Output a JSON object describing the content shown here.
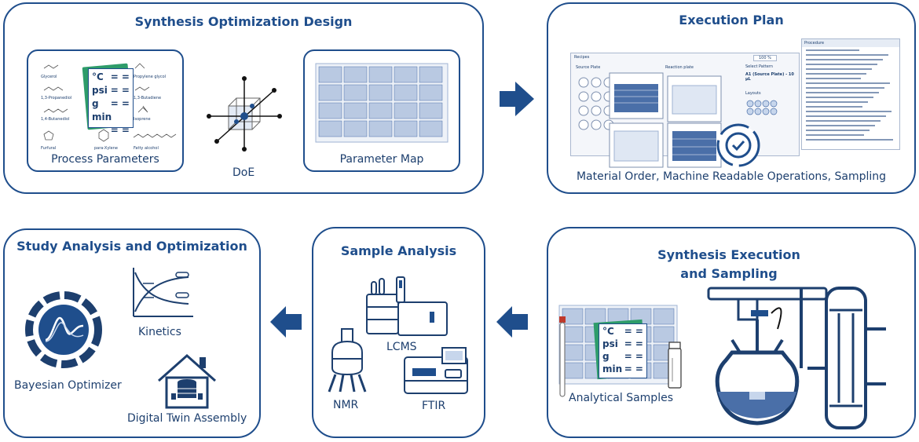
{
  "panels": {
    "synthesis_design": {
      "title": "Synthesis Optimization Design",
      "process_parameters_label": "Process Parameters",
      "doe_label": "DoE",
      "parameter_map_label": "Parameter Map",
      "molecules": [
        "Glycerol",
        "Propylene glycol",
        "1,3-Propanediol",
        "1,3-Butadiene",
        "1,4-Butanediol",
        "Isoprene",
        "Furfural",
        "para-Xylene",
        "Fatty alcohol"
      ]
    },
    "execution_plan": {
      "title": "Execution Plan",
      "caption": "Material Order, Machine Readable Operations, Sampling",
      "window_title": "Recipes",
      "source_plate": "Source Plate",
      "reaction_plate": "Reaction plate",
      "select_pattern": "Select Pattern",
      "pattern_value": "A1 (Source Plate) - 10 µL",
      "layouts": "Layouts",
      "procedure": "Procedure",
      "zoom": "100 %"
    },
    "synthesis_execution": {
      "title": "Synthesis Execution and Sampling",
      "analytical_samples_label": "Analytical Samples"
    },
    "sample_analysis": {
      "title": "Sample Analysis",
      "lcms_label": "LCMS",
      "nmr_label": "NMR",
      "ftir_label": "FTIR"
    },
    "study_analysis": {
      "title": "Study Analysis and Optimization",
      "kinetics_label": "Kinetics",
      "bayesian_label": "Bayesian Optimizer",
      "digital_twin_label": "Digital Twin Assembly"
    }
  },
  "parameter_card": {
    "lines": [
      "°C",
      "psi",
      "g",
      "min"
    ],
    "eq": "= ="
  },
  "colors": {
    "primary": "#1f4e8c",
    "accent_green": "#2e9c6a",
    "light_blue": "#c7d6ec",
    "mid_blue": "#4a6fa8"
  }
}
